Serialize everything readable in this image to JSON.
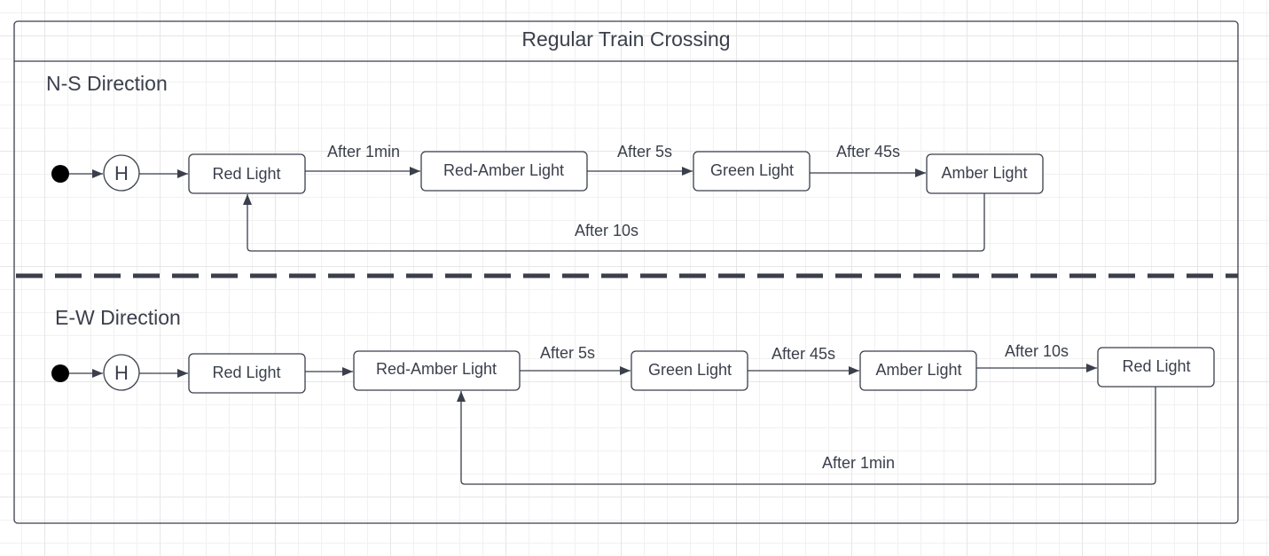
{
  "diagram": {
    "title": "Regular Train Crossing",
    "history_symbol": "H",
    "ns": {
      "label": "N-S Direction",
      "states": [
        "Red Light",
        "Red-Amber Light",
        "Green Light",
        "Amber Light"
      ],
      "transitions": [
        "After 1min",
        "After 5s",
        "After 45s",
        "After 10s"
      ]
    },
    "ew": {
      "label": "E-W Direction",
      "states": [
        "Red Light",
        "Red-Amber Light",
        "Green Light",
        "Amber Light",
        "Red Light"
      ],
      "transitions": [
        "After 5s",
        "After 45s",
        "After 10s",
        "After 1min"
      ]
    }
  }
}
